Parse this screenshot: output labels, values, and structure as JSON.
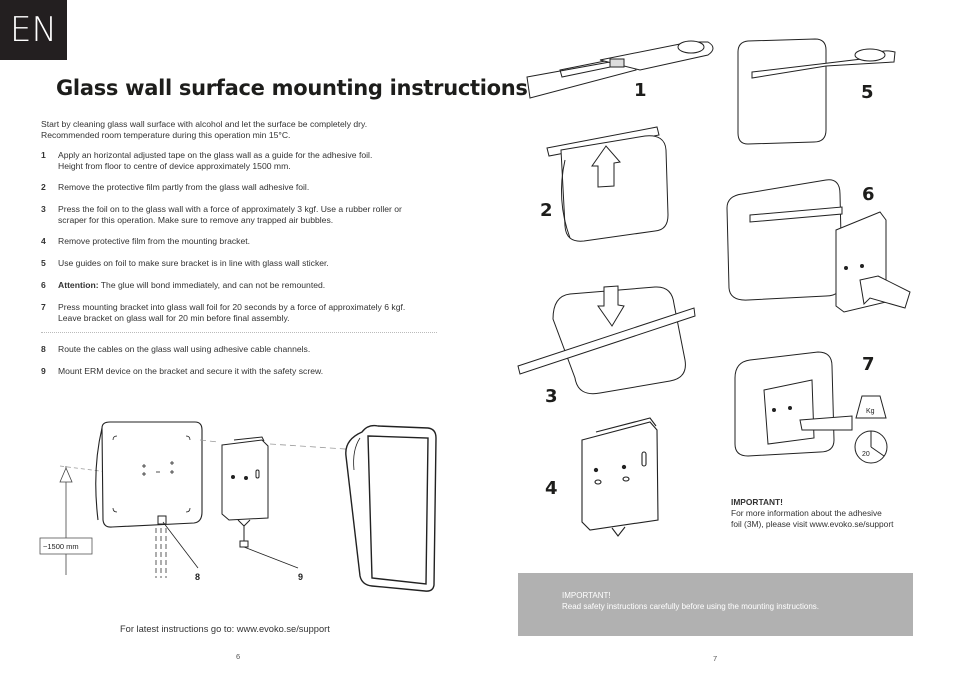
{
  "lang_tab": "EN",
  "title": "Glass wall surface mounting instructions:",
  "intro": [
    "Start by cleaning glass wall surface with alcohol and let the surface be completely dry.",
    "Recommended room temperature during this operation min 15°C."
  ],
  "steps": [
    {
      "num": "1",
      "lines": [
        "Apply an horizontal adjusted tape on the glass wall as a guide for the adhesive foil.",
        "Height from floor to centre of device approximately 1500 mm."
      ]
    },
    {
      "num": "2",
      "lines": [
        "Remove the protective film partly from the glass wall adhesive foil."
      ]
    },
    {
      "num": "3",
      "lines": [
        "Press the foil on to the glass wall with a force of approximately 3 kgf. Use a rubber roller or",
        "scraper for this operation. Make sure to remove any trapped air bubbles."
      ]
    },
    {
      "num": "4",
      "lines": [
        "Remove protective film from the mounting bracket."
      ]
    },
    {
      "num": "5",
      "lines": [
        "Use guides on foil to make sure bracket is in line with glass wall sticker."
      ]
    },
    {
      "num": "6",
      "bold_prefix": "Attention:",
      "lines": [
        " The glue will bond immediately, and can not be remounted."
      ]
    },
    {
      "num": "7",
      "lines": [
        "Press mounting bracket into glass wall foil for 20 seconds by a force of approximately 6 kgf.",
        "Leave bracket on glass wall for 20 min before final assembly."
      ]
    }
  ],
  "steps_after": [
    {
      "num": "8",
      "lines": [
        "Route the cables on the glass wall using adhesive cable channels."
      ]
    },
    {
      "num": "9",
      "lines": [
        "Mount ERM device on the bracket and secure it with the safety screw."
      ]
    }
  ],
  "diagram": {
    "height_label": "~1500 mm",
    "label_8": "8",
    "label_9": "9"
  },
  "footer": "For latest instructions go to: www.evoko.se/support",
  "page_left": "6",
  "page_right": "7",
  "figures": [
    "1",
    "2",
    "3",
    "4",
    "5",
    "6",
    "7"
  ],
  "weight": {
    "unit": "Kg",
    "timer": "20"
  },
  "important_note": {
    "heading": "IMPORTANT!",
    "lines": [
      "For more information about the adhesive",
      "foil (3M), please visit www.evoko.se/support"
    ]
  },
  "gray_box": {
    "heading": "IMPORTANT!",
    "text": "Read safety instructions carefully before using the mounting instructions."
  }
}
